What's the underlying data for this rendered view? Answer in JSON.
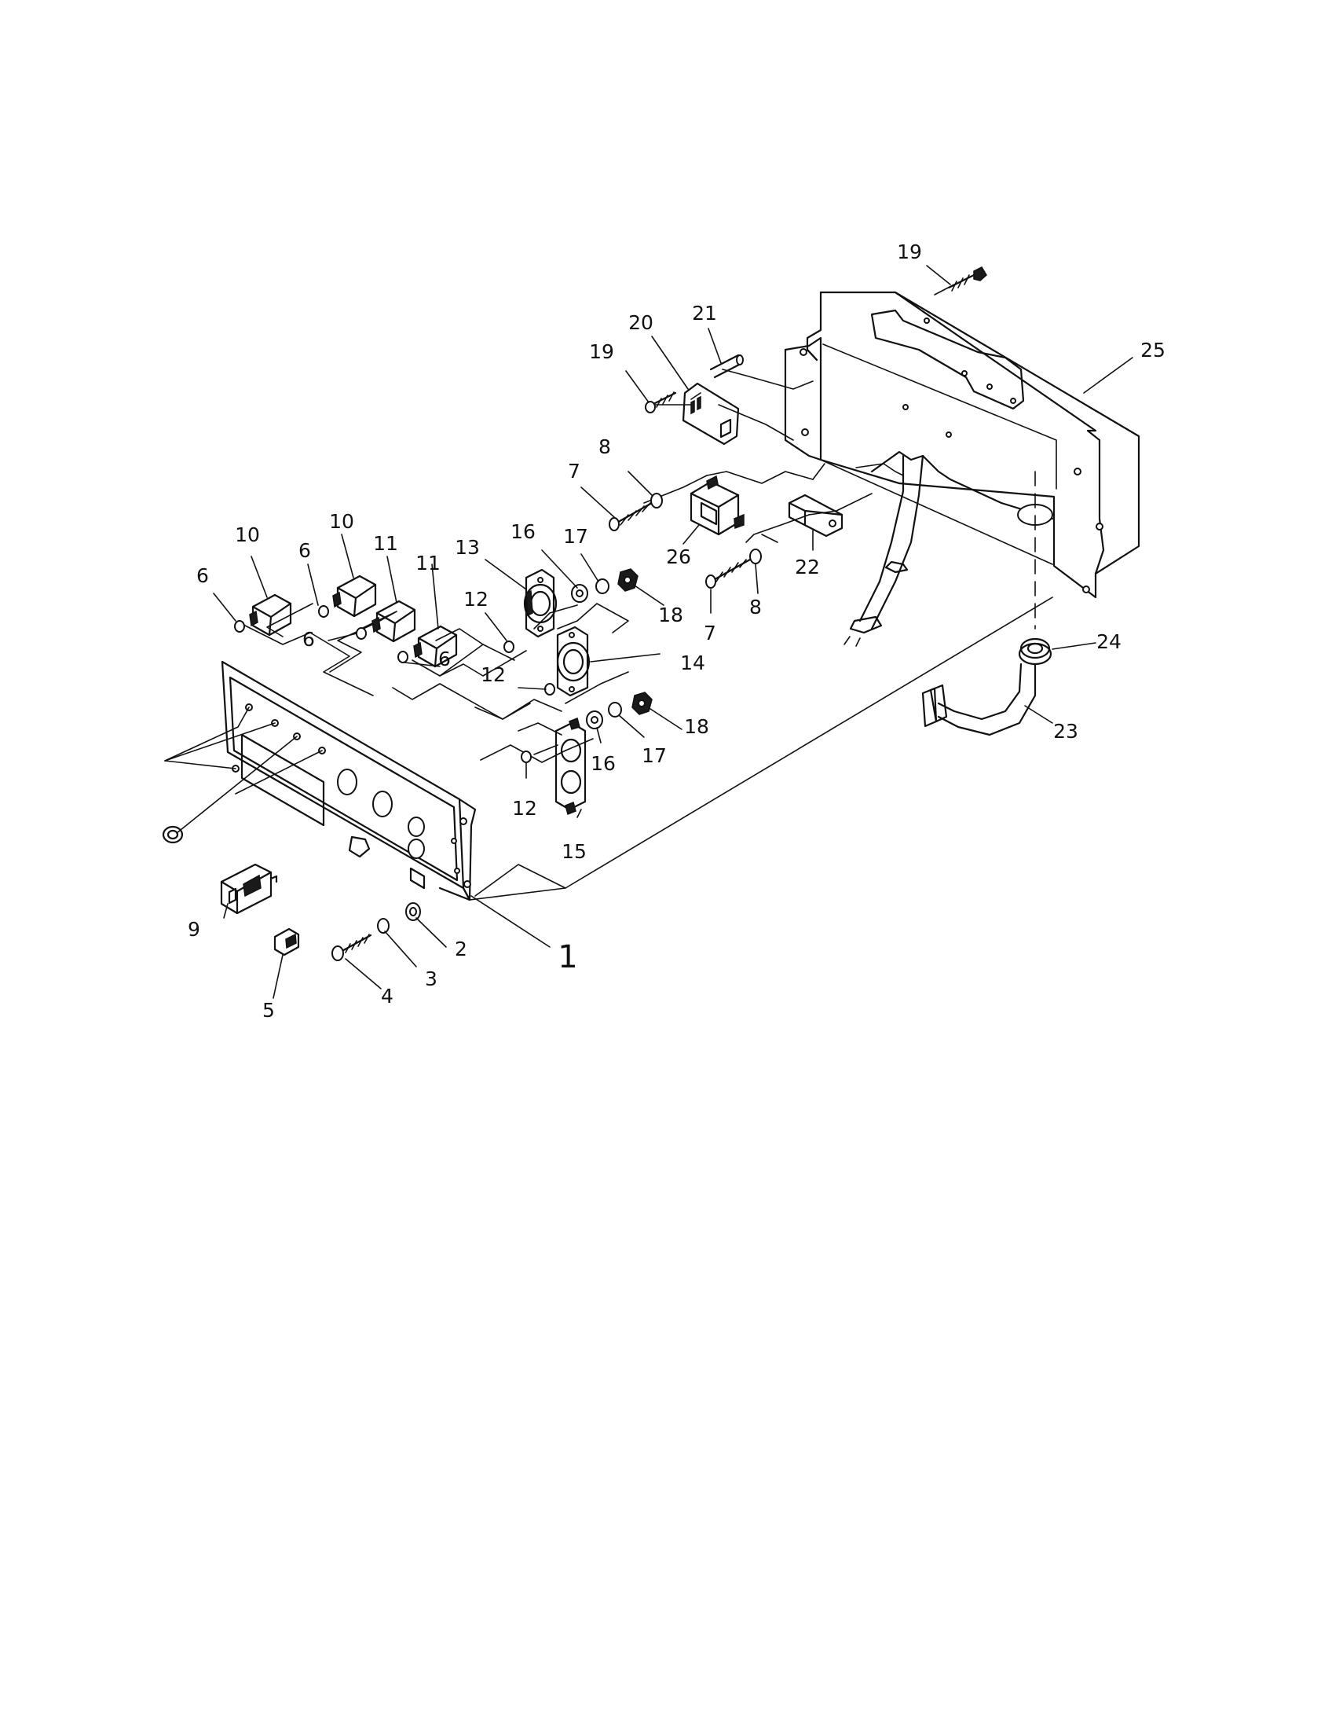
{
  "callouts": [
    {
      "label": "1"
    },
    {
      "label": "2"
    },
    {
      "label": "3"
    },
    {
      "label": "4"
    },
    {
      "label": "5"
    },
    {
      "label": "6"
    },
    {
      "label": "6"
    },
    {
      "label": "6"
    },
    {
      "label": "6"
    },
    {
      "label": "7"
    },
    {
      "label": "7"
    },
    {
      "label": "8"
    },
    {
      "label": "8"
    },
    {
      "label": "9"
    },
    {
      "label": "10"
    },
    {
      "label": "10"
    },
    {
      "label": "11"
    },
    {
      "label": "11"
    },
    {
      "label": "12"
    },
    {
      "label": "12"
    },
    {
      "label": "12"
    },
    {
      "label": "13"
    },
    {
      "label": "14"
    },
    {
      "label": "15"
    },
    {
      "label": "16"
    },
    {
      "label": "16"
    },
    {
      "label": "17"
    },
    {
      "label": "17"
    },
    {
      "label": "18"
    },
    {
      "label": "18"
    },
    {
      "label": "19"
    },
    {
      "label": "19"
    },
    {
      "label": "20"
    },
    {
      "label": "21"
    },
    {
      "label": "22"
    },
    {
      "label": "23"
    },
    {
      "label": "24"
    },
    {
      "label": "25"
    },
    {
      "label": "26"
    }
  ]
}
